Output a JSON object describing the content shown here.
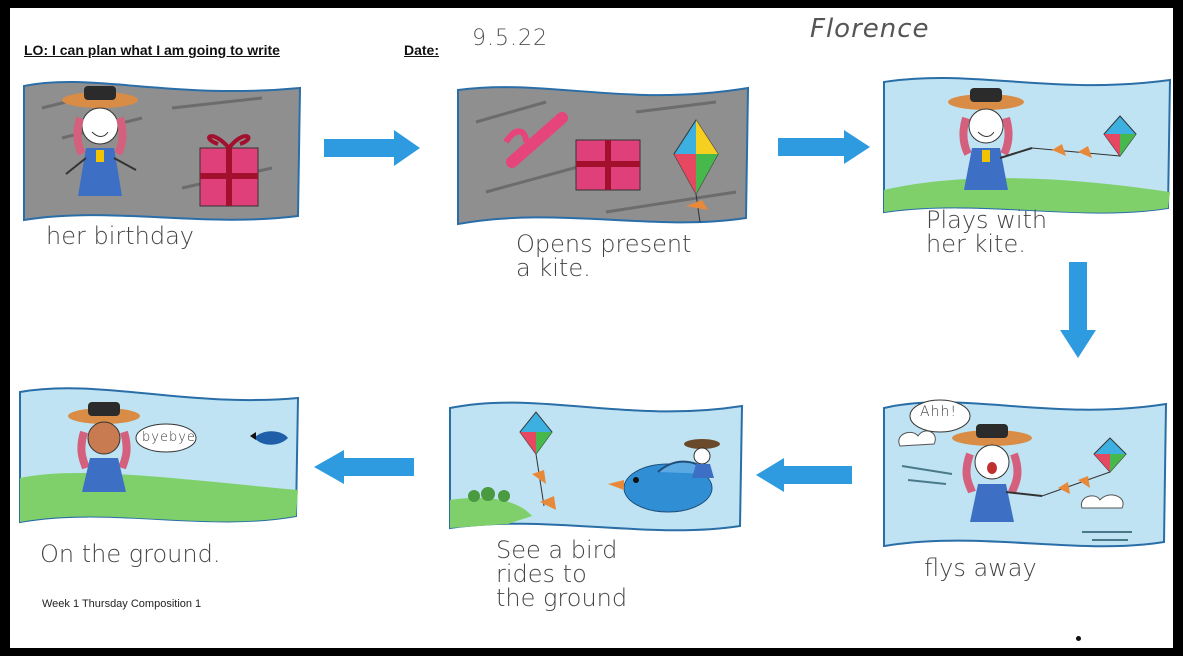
{
  "header": {
    "lo": "LO: I can plan what I am going to write",
    "date_label": "Date:",
    "date_value": "9.5.22",
    "name": "Florence"
  },
  "panels": [
    {
      "caption": "her birthday"
    },
    {
      "caption": "Opens present\na kite."
    },
    {
      "caption": "Plays with\nher kite."
    },
    {
      "caption": "flys away"
    },
    {
      "caption": "See a bird\nrides to\nthe ground"
    },
    {
      "caption": "On the ground."
    }
  ],
  "speech": {
    "ahh": "Ahh!",
    "byebye": "byebye"
  },
  "footer": {
    "text": "Week 1 Thursday Composition 1"
  },
  "colors": {
    "arrow_blue": "#2e9be0",
    "sky": "#bfe3f2",
    "grass": "#7fd06a",
    "grey_background": "#8e8e8e"
  }
}
